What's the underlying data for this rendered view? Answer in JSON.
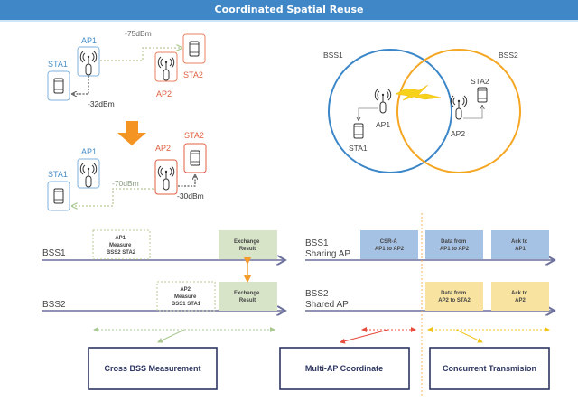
{
  "title": "Coordinated Spatial Reuse",
  "colors": {
    "blue": "#4a90c8",
    "orange": "#e06040",
    "circle_orange": "#f5a623",
    "green_dash": "#a8c890",
    "title_bg": "#3f87c7"
  },
  "scenario_before": {
    "ap1": "AP1",
    "sta1": "STA1",
    "ap2": "AP2",
    "sta2": "STA2",
    "ap1_to_sta2": "-75dBm",
    "ap1_to_sta1": "-32dBm"
  },
  "scenario_after": {
    "ap1": "AP1",
    "sta1": "STA1",
    "ap2": "AP2",
    "sta2": "STA2",
    "ap2_to_sta1": "-70dBm",
    "ap2_to_sta2": "-30dBm"
  },
  "bss_diagram": {
    "bss1": "BSS1",
    "bss2": "BSS2",
    "ap1": "AP1",
    "sta1": "STA1",
    "ap2": "AP2",
    "sta2": "STA2"
  },
  "measurement_timeline": {
    "bss1_label": "BSS1",
    "bss2_label": "BSS2",
    "ap1_measure": [
      "AP1",
      "Measure",
      "BSS2 STA2"
    ],
    "ap2_measure": [
      "AP2",
      "Measure",
      "BSS1 STA1"
    ],
    "exchange_bss1": [
      "Exchange",
      "Result"
    ],
    "exchange_bss2": [
      "Exchange",
      "Result"
    ]
  },
  "transmission_timeline": {
    "bss1_label": [
      "BSS1",
      "Sharing AP"
    ],
    "bss2_label": [
      "BSS2",
      "Shared AP"
    ],
    "csr_a": [
      "CSR-A",
      "AP1 to AP2"
    ],
    "data_ap1": [
      "Data from",
      "AP1 to AP2"
    ],
    "ack_ap1": [
      "Ack to",
      "AP1"
    ],
    "data_ap2": [
      "Data from",
      "AP2 to STA2"
    ],
    "ack_ap2": [
      "Ack to",
      "AP2"
    ]
  },
  "phases": {
    "cross_bss": "Cross BSS Measurement",
    "multi_ap": "Multi-AP Coordinate",
    "concurrent": "Concurrent Transmision"
  }
}
